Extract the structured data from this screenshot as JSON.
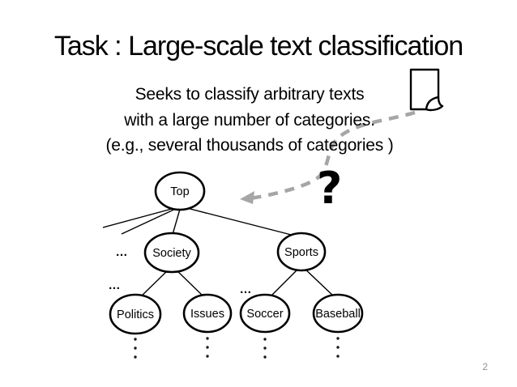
{
  "slide": {
    "title": "Task : Large-scale text classification",
    "body_lines": [
      "Seeks to classify arbitrary texts",
      "with a large number of categories.",
      "(e.g., several thousands of categories )"
    ],
    "question_mark": "?",
    "page_number": "2"
  },
  "tree": {
    "nodes": {
      "top": "Top",
      "society": "Society",
      "sports": "Sports",
      "politics": "Politics",
      "issues": "Issues",
      "soccer": "Soccer",
      "baseball": "Baseball"
    },
    "edges": [
      [
        "Top",
        "Society"
      ],
      [
        "Top",
        "Sports"
      ],
      [
        "Society",
        "Politics"
      ],
      [
        "Society",
        "Issues"
      ],
      [
        "Sports",
        "Soccer"
      ],
      [
        "Sports",
        "Baseball"
      ]
    ],
    "more_indicator": "…"
  },
  "icons": {
    "document": "document-page-icon",
    "arrow": "dashed-curved-arrow-left"
  },
  "colors": {
    "text_black": "#000000",
    "arrow_gray": "#a6a6a6",
    "page_number_gray": "#929292"
  }
}
